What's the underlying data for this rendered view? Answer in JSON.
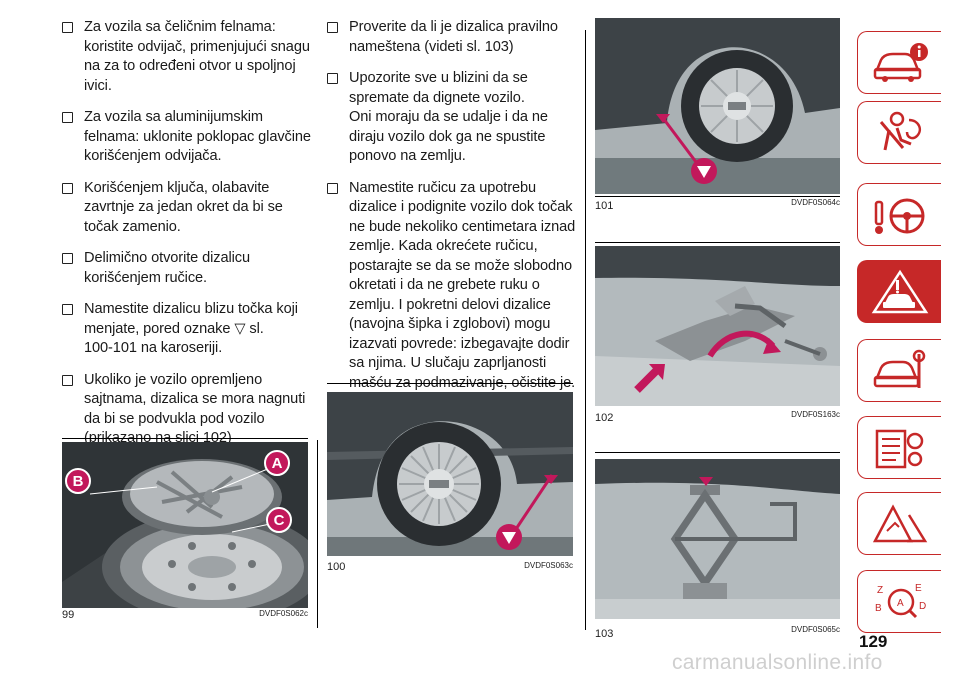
{
  "column1": {
    "bullets": [
      "Za vozila sa čeličnim felnama:\nkoristite odvijač, primenjujući snagu\nna za to određeni otvor u spoljnoj\nivici.",
      "Za vozila sa aluminijumskim\nfelnama: uklonite poklopac glavčine\nkorišćenjem odvijača.",
      "Korišćenjem ključa, olabavite\nzavrtnje za jedan okret da bi se\ntočak zamenio.",
      "Delimično otvorite dizalicu\nkorišćenjem ručice.",
      "Namestite dizalicu blizu točka koji\nmenjate, pored oznake ▽ sl.\n100-101 na karoseriji.",
      "Ukoliko je vozilo opremljeno\nsajtnama, dizalica se mora nagnuti\nda bi se podvukla pod vozilo\n(prikazano na slici 102)"
    ]
  },
  "column2": {
    "bullets": [
      "Proverite da li je dizalica pravilno\nnameštena (videti sl. 103)",
      "Upozorite sve u blizini da se\nspremate da dignete vozilo.\nOni moraju da se udalje i da ne\ndiraju vozilo dok ga ne spustite\nponovo na zemlju.",
      "Namestite ručicu za upotrebu\ndizalice i podignite vozilo dok točak\nne bude nekoliko centimetara iznad\nzemlje. Kada okrećete ručicu,\npostarajte se da se može slobodno\nokretati i da ne grebete ruku o\nzemlju. I pokretni delovi dizalice\n(navojna šipka i zglobovi) mogu\nizazvati povrede: izbegavajte dodir\nsa njima. U slučaju zaprljanosti\nmašću za podmazivanje, očistite je."
    ]
  },
  "figures": {
    "fig99": {
      "number": "99",
      "code": "DVDF0S062c",
      "labels": {
        "a": "A",
        "b": "B",
        "c": "C"
      }
    },
    "fig100": {
      "number": "100",
      "code": "DVDF0S063c"
    },
    "fig101": {
      "number": "101",
      "code": "DVDF0S064c"
    },
    "fig102": {
      "number": "102",
      "code": "DVDF0S163c"
    },
    "fig103": {
      "number": "103",
      "code": "DVDF0S065c"
    }
  },
  "sidebar": {
    "tabs": [
      {
        "icon": "car-info-icon",
        "active": false
      },
      {
        "icon": "airbag-person-icon",
        "active": false
      },
      {
        "icon": "steering-wheel-icon",
        "active": false
      },
      {
        "icon": "car-warning-icon",
        "active": true
      },
      {
        "icon": "car-wrench-icon",
        "active": false
      },
      {
        "icon": "document-gears-icon",
        "active": false
      },
      {
        "icon": "warning-triangles-icon",
        "active": false
      },
      {
        "icon": "alphabet-index-icon",
        "active": false
      }
    ]
  },
  "page_number": "129",
  "watermark": "carmanualsonline.info",
  "colors": {
    "accent": "#c62828",
    "arrow": "#c2185b"
  }
}
